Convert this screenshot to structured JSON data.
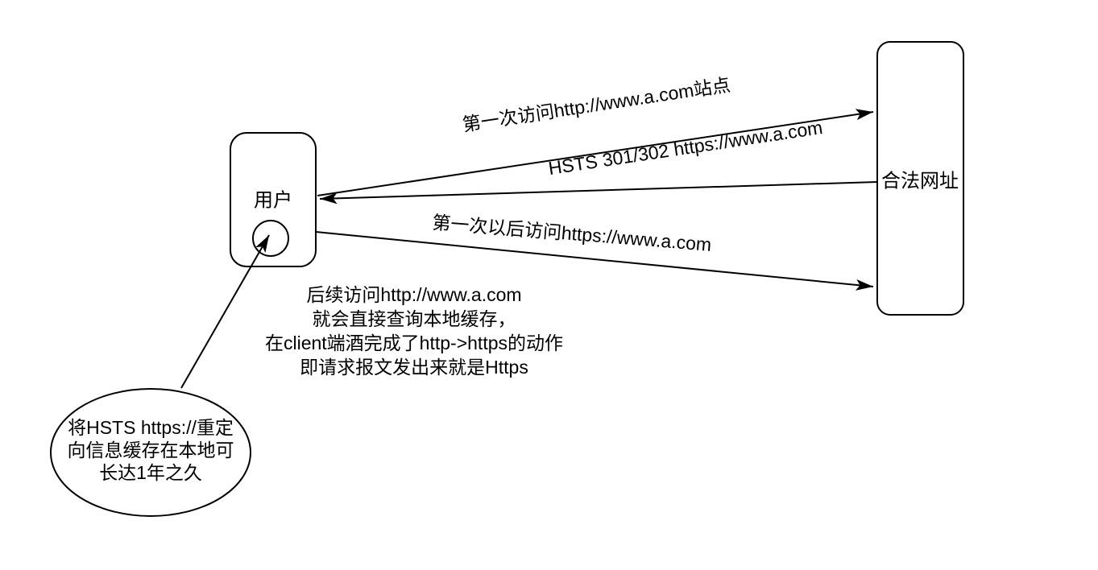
{
  "colors": {
    "background": "#ffffff",
    "stroke": "#000000",
    "text": "#000000"
  },
  "nodes": {
    "user_box": {
      "label": "用户"
    },
    "site_box": {
      "label": "合法网址"
    }
  },
  "edges": {
    "first_visit": {
      "label": "第一次访问http://www.a.com站点",
      "direction": "user-to-site"
    },
    "hsts_redirect": {
      "label": "HSTS 301/302 https://www.a.com",
      "direction": "site-to-user"
    },
    "later_visits": {
      "label": "第一次以后访问https://www.a.com",
      "direction": "user-to-site"
    }
  },
  "note_center": {
    "lines": [
      "后续访问http://www.a.com",
      "就会直接查询本地缓存，",
      "在client端酒完成了http->https的动作",
      "即请求报文发出来就是Https"
    ]
  },
  "note_ellipse": {
    "lines": [
      "将HSTS https://重定",
      "向信息缓存在本地可",
      "长达1年之久"
    ]
  }
}
